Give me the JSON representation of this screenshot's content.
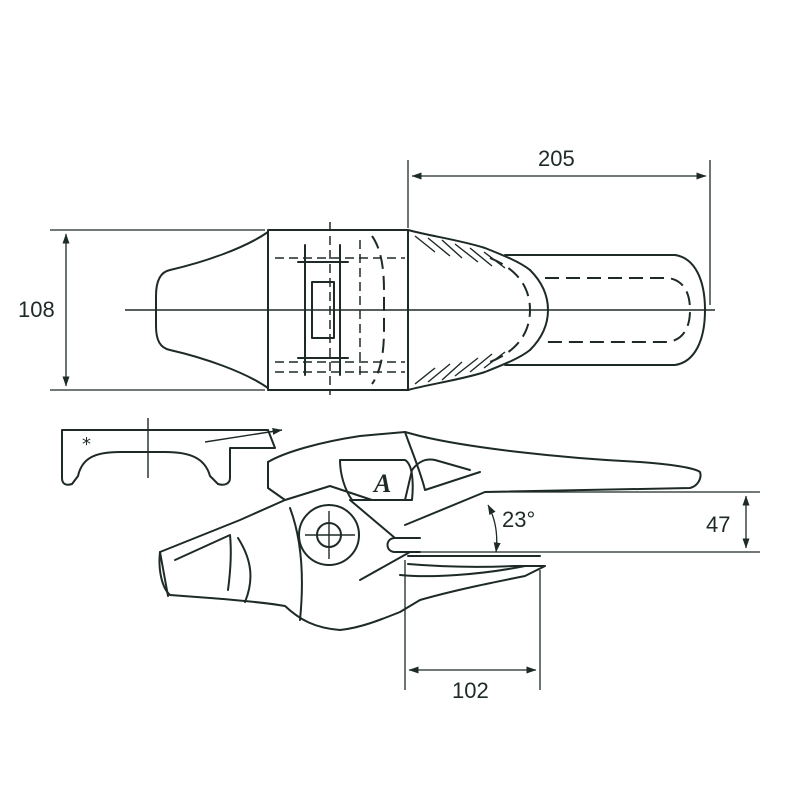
{
  "dimensions": {
    "overall_length": "205",
    "height": "108",
    "nose_height": "47",
    "angle": "23°",
    "nose_length": "102"
  },
  "marks": {
    "detail_star": "*",
    "logo": "A"
  }
}
